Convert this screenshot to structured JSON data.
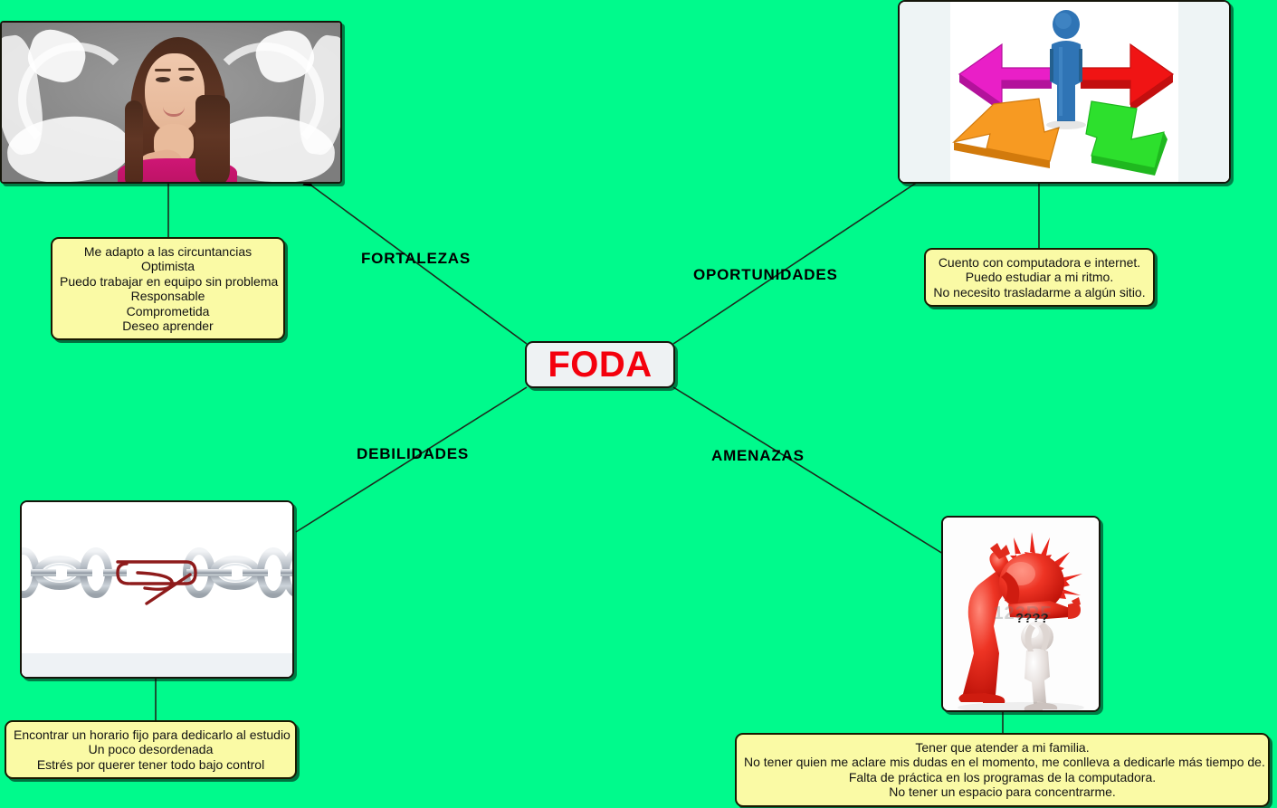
{
  "background_color": "#00fa8c",
  "center": {
    "label": "FODA",
    "text_color": "#f4000c",
    "fill_color": "#eef2f3"
  },
  "branches": [
    {
      "key": "fortalezas",
      "label": "FORTALEZAS"
    },
    {
      "key": "oportunidades",
      "label": "OPORTUNIDADES"
    },
    {
      "key": "debilidades",
      "label": "DEBILIDADES"
    },
    {
      "key": "amenazas",
      "label": "AMENAZAS"
    }
  ],
  "notes": {
    "fortalezas": {
      "lines": [
        "Me adapto a las circuntancias",
        "Optimista",
        "Puedo trabajar en equipo sin problema",
        "Responsable",
        "Comprometida",
        "Deseo aprender"
      ]
    },
    "oportunidades": {
      "lines": [
        "Cuento con computadora e internet.",
        "Puedo estudiar a mi ritmo.",
        "No necesito trasladarme a algún sitio."
      ]
    },
    "debilidades": {
      "lines": [
        "Encontrar un horario fijo para dedicarlo al estudio",
        "Un poco desordenada",
        "Estrés por querer tener todo bajo control"
      ]
    },
    "amenazas": {
      "lines": [
        "Tener que atender a mi familia.",
        "No tener quien me aclare mis dudas en el momento, me conlleva a dedicarle más tiempo de.",
        "Falta de práctica en los programas de la computadora.",
        "No tener un espacio para concentrarme."
      ]
    }
  },
  "images": {
    "fortalezas": {
      "name": "woman-flexing-chalk-arms-photo"
    },
    "oportunidades": {
      "name": "figure-with-four-direction-arrows-image"
    },
    "debilidades": {
      "name": "chain-weak-link-paperclip-image"
    },
    "amenazas": {
      "name": "red-figure-threatening-white-figure-image",
      "watermark": "123RF"
    }
  }
}
